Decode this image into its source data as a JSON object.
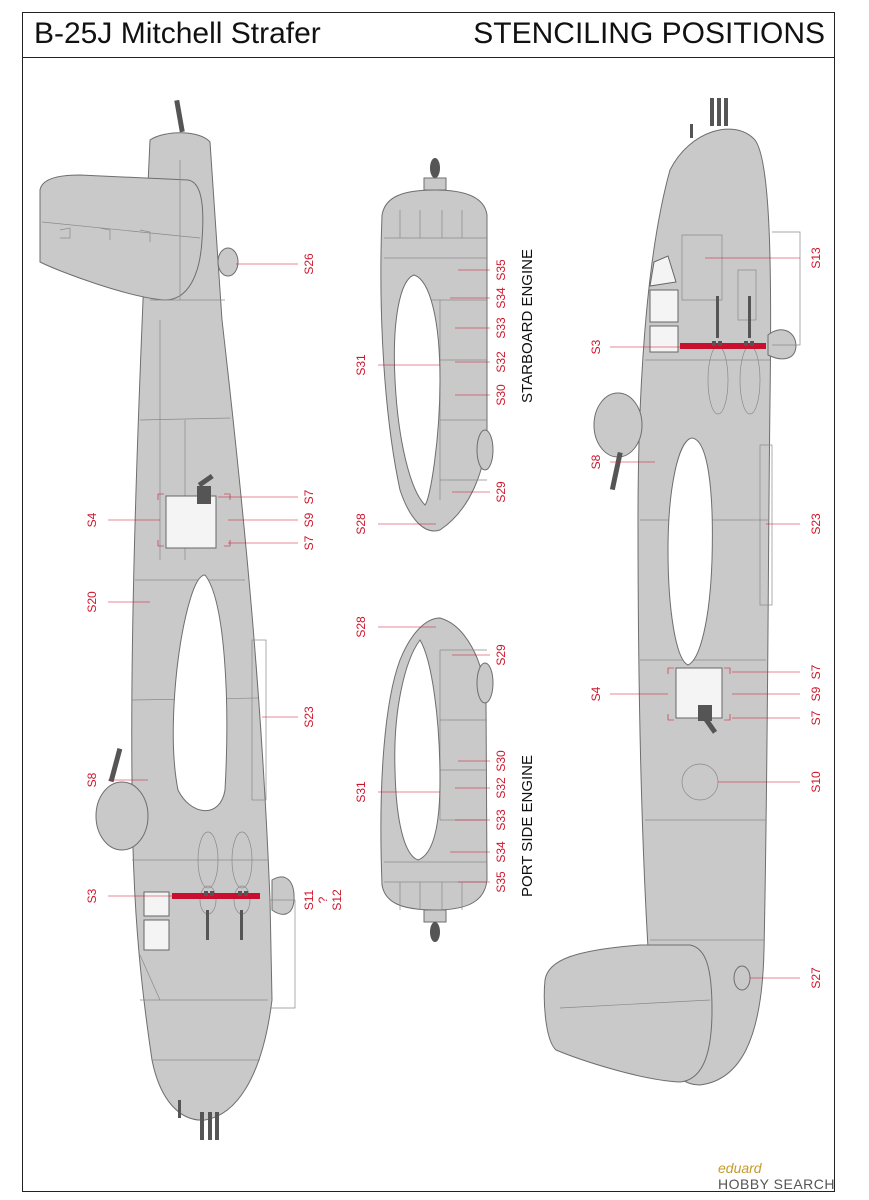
{
  "header": {
    "title": "B-25J Mitchell Strafer",
    "subtitle": "STENCILING POSITIONS"
  },
  "engines": {
    "starboard_label": "STARBOARD ENGINE",
    "port_label": "PORT SIDE ENGINE"
  },
  "labels": {
    "left": {
      "s26": "S26",
      "s7a": "S7",
      "s9": "S9",
      "s7b": "S7",
      "s4": "S4",
      "s20": "S20",
      "s23": "S23",
      "s8": "S8",
      "s3": "S3",
      "s11": "S11",
      "q": "?",
      "s12": "S12"
    },
    "starboard": {
      "s35": "S35",
      "s34": "S34",
      "s33": "S33",
      "s32": "S32",
      "s31": "S31",
      "s30": "S30",
      "s29": "S29",
      "s28": "S28"
    },
    "port": {
      "s28": "S28",
      "s29": "S29",
      "s30": "S30",
      "s31": "S31",
      "s32": "S32",
      "s33": "S33",
      "s34": "S34",
      "s35": "S35"
    },
    "right": {
      "s13": "S13",
      "s3": "S3",
      "s8": "S8",
      "s23": "S23",
      "s7a": "S7",
      "s4": "S4",
      "s9": "S9",
      "s7b": "S7",
      "s10": "S10",
      "s27": "S27"
    }
  },
  "footer": {
    "brand": "eduard",
    "watermark": "HOBBY SEARCH"
  },
  "colors": {
    "stencil_red": "#d0162b",
    "airframe_grey": "#c9c9c9"
  }
}
